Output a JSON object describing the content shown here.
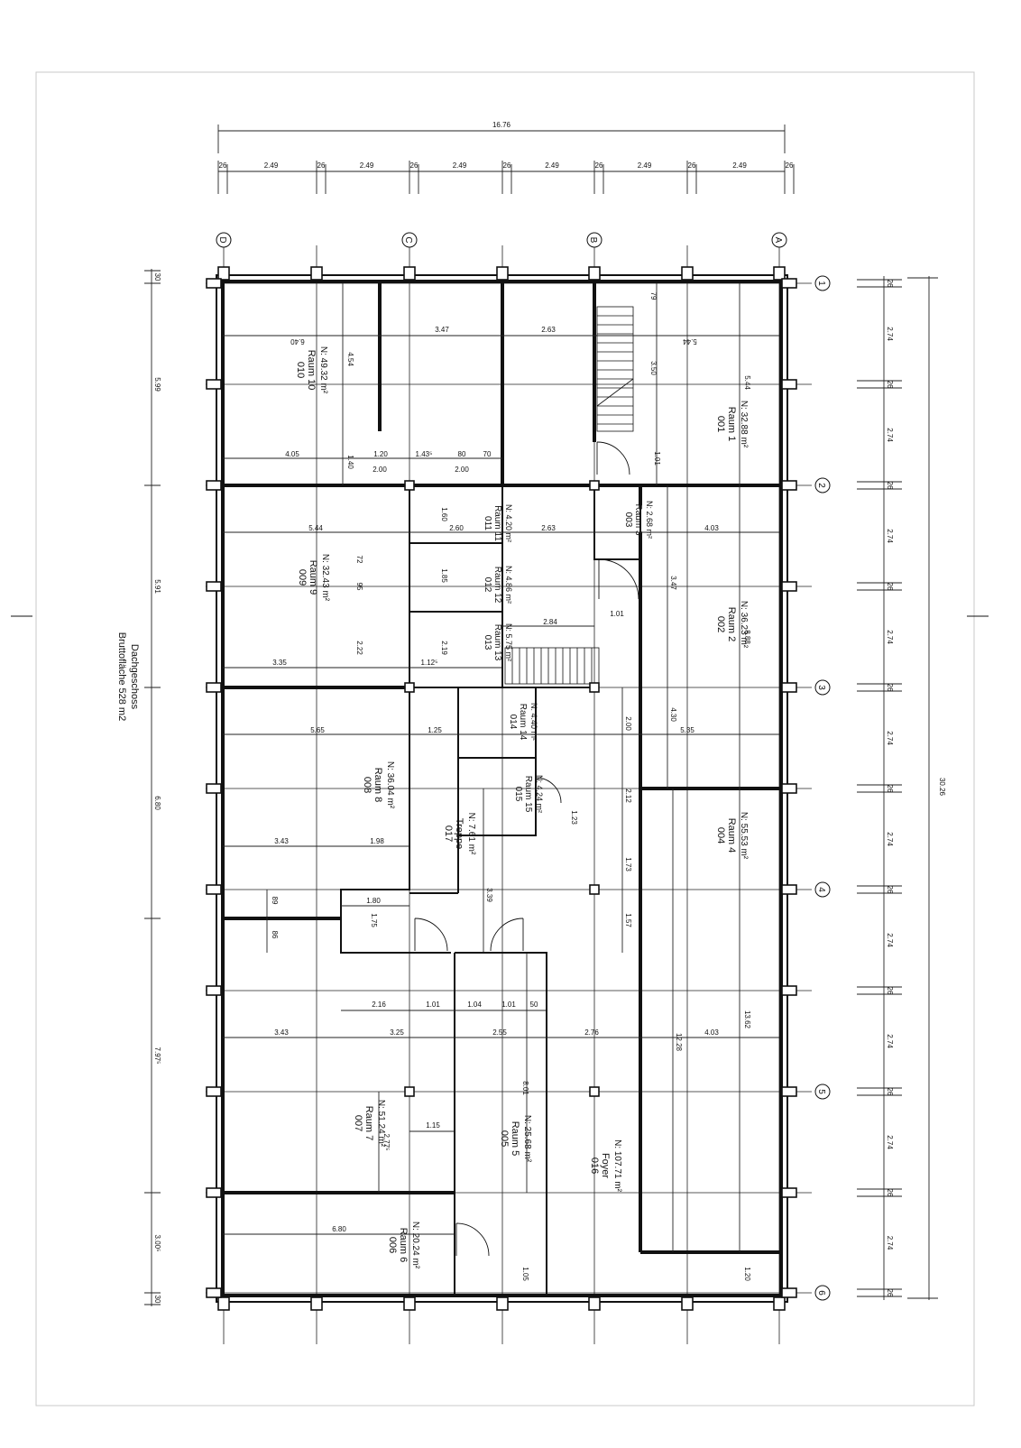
{
  "sheet": {
    "side_note_line1": "Dachgeschoss",
    "side_note_line2": "Bruttofläche  528  m2"
  },
  "top_dims": {
    "overall": "16.76",
    "segment": "2.49",
    "wall": "26",
    "count": 6
  },
  "right_dims": {
    "overall": "30.26",
    "segment": "2.74",
    "wall": "26"
  },
  "left_dims": [
    "30",
    "5.99",
    "5.91",
    "6.80",
    "7.97⁵",
    "3.00⁵",
    "30"
  ],
  "axis_labels_top": [
    "D",
    "C",
    "B",
    "A"
  ],
  "axis_labels_right": [
    "1",
    "2",
    "3",
    "4",
    "5",
    "6"
  ],
  "rooms": [
    {
      "no": "010",
      "name": "Raum 10",
      "area": "N:  49.32  m²"
    },
    {
      "no": "009",
      "name": "Raum 9",
      "area": "N:  32.43  m²"
    },
    {
      "no": "008",
      "name": "Raum 8",
      "area": "N:  36.04  m²"
    },
    {
      "no": "007",
      "name": "Raum 7",
      "area": "N:  51.24  m²"
    },
    {
      "no": "006",
      "name": "Raum 6",
      "area": "N:  20.24  m²"
    },
    {
      "no": "005",
      "name": "Raum 5",
      "area": "N:  25.68  m²"
    },
    {
      "no": "016",
      "name": "Foyer",
      "area": "N:  107.71  m²"
    },
    {
      "no": "004",
      "name": "Raum 4",
      "area": "N:  55.53  m²"
    },
    {
      "no": "002",
      "name": "Raum 2",
      "area": "N:  36.23  m²"
    },
    {
      "no": "001",
      "name": "Raum 1",
      "area": "N:  32.88  m²"
    },
    {
      "no": "003",
      "name": "Raum 3",
      "area": "N:  2.68  m²"
    },
    {
      "no": "011",
      "name": "Raum 11",
      "area": "N:  4.20  m²"
    },
    {
      "no": "012",
      "name": "Raum 12",
      "area": "N:  4.86  m²"
    },
    {
      "no": "013",
      "name": "Raum 13",
      "area": "N:  5.75  m²"
    },
    {
      "no": "014",
      "name": "Raum 14",
      "area": "N:  4.40  m²"
    },
    {
      "no": "015",
      "name": "Raum 15",
      "area": "N:  4.24  m²"
    },
    {
      "no": "017",
      "name": "Treppe",
      "area": "N:  7.61  m²"
    }
  ],
  "inner_dims": {
    "d_6_40": "6.40",
    "d_4_54": "4.54",
    "d_3_47": "3.47",
    "d_2_63": "2.63",
    "d_5_44": "5.44",
    "d_2_63b": "2.63",
    "d_3_35": "3.35",
    "d_5_65": "5.65",
    "d_1_25": "1.25",
    "d_3_43": "3.43",
    "d_1_98": "1.98",
    "d_3_43b": "3.43",
    "d_3_25": "3.25",
    "d_2_55": "2.55",
    "d_2_76": "2.76",
    "d_4_03": "4.03",
    "d_4_03b": "4.03",
    "d_5_35": "5.35",
    "d_8_88": "8.88",
    "d_13_62": "13.62",
    "d_12_28": "12.28",
    "d_8_01": "8.01",
    "d_6_80": "6.80",
    "d_4_05": "4.05",
    "d_1_20": "1.20",
    "d_1_43": "1.43⁵",
    "d_80": "80",
    "d_70": "70",
    "d_2_00": "2.00",
    "d_2_00b": "2.00",
    "d_1_40": "1.40",
    "d_5_44r": "5.44",
    "d_3_50": "3.50",
    "d_79": "79",
    "d_4_30": "4.30",
    "d_3_47r": "3.47",
    "d_2_84": "2.84",
    "d_1_01": "1.01",
    "d_2_16": "2.16",
    "d_1_04": "1.04",
    "d_1_15": "1.15",
    "d_2_77": "2.77⁵",
    "d_3_39": "3.39",
    "d_1_80": "1.80",
    "d_1_75": "1.75",
    "d_1_57": "1.57",
    "d_1_73": "1.73",
    "d_2_12": "2.12",
    "d_1_23": "1.23",
    "d_89": "89",
    "d_86": "86",
    "d_1_20r": "1.20",
    "d_1_05": "1.05",
    "d_50": "50",
    "d_1_60": "1.60",
    "d_1_85": "1.85",
    "d_2_19": "2.19",
    "d_2_22": "2.22",
    "d_1_12": "1.12⁵",
    "d_2_60": "2.60",
    "d_72": "72",
    "d_95": "95"
  }
}
